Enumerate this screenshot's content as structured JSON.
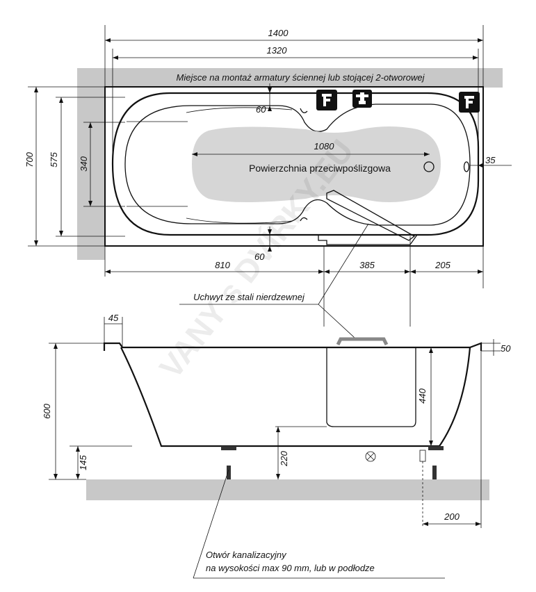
{
  "labels": {
    "mounting_note": "Miejsce na montaż armatury ściennej lub stojącej  2-otworowej",
    "anti_slip": "Powierzchnia przeciwpoślizgowa",
    "handle": "Uchwyt ze stali nierdzewnej",
    "drain_line1": "Otwór kanalizacyjny",
    "drain_line2": "na wysokości max 90 mm, lub w podłodze",
    "watermark": "VANY s DVÍRKY.EU"
  },
  "dimensions": {
    "overall_length": "1400",
    "inner_length": "1320",
    "top_offset": "60",
    "antislip_length": "1080",
    "right_offset": "35",
    "overall_width": "700",
    "inner_width": "575",
    "antislip_width": "340",
    "bottom_offset": "60",
    "left_section": "810",
    "door_section": "385",
    "right_section": "205",
    "rim_width": "45",
    "rim_height": "50",
    "total_height": "600",
    "leg_height": "145",
    "door_height": "440",
    "floor_to_bottom": "220",
    "drain_offset": "200"
  },
  "colors": {
    "wall": "#c8c8c8",
    "antislip": "#d6d6d6",
    "outline": "#111111"
  },
  "icons": [
    "faucet-icon",
    "mixer-icon",
    "faucet-icon"
  ]
}
